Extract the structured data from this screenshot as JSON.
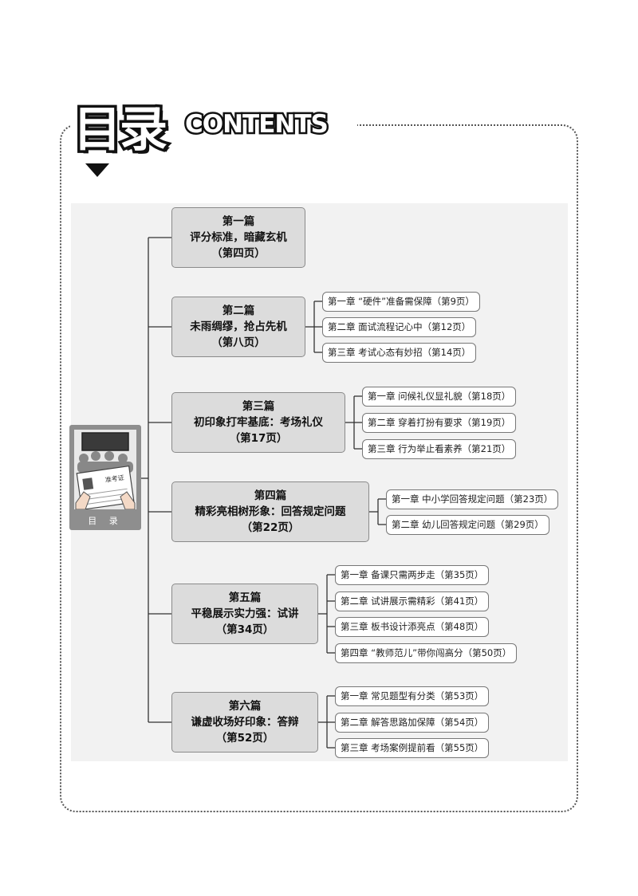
{
  "header": {
    "title_zh": "目录",
    "title_en": "CONTENTS"
  },
  "cover": {
    "label": "目 录",
    "badge_text": "准考证"
  },
  "parts": [
    {
      "label": "第一篇",
      "title": "评分标准，暗藏玄机",
      "page": "（第四页）",
      "chapters": []
    },
    {
      "label": "第二篇",
      "title": "未雨绸缪，抢占先机",
      "page": "（第八页）",
      "chapters": [
        "第一章 “硬件”准备需保障（第9页）",
        "第二章 面试流程记心中（第12页）",
        "第三章 考试心态有妙招（第14页）"
      ]
    },
    {
      "label": "第三篇",
      "title": "初印象打牢基底：考场礼仪",
      "page": "（第17页）",
      "chapters": [
        "第一章 问候礼仪显礼貌（第18页）",
        "第二章 穿着打扮有要求（第19页）",
        "第三章 行为举止看素养（第21页）"
      ]
    },
    {
      "label": "第四篇",
      "title": "精彩亮相树形象：回答规定问题",
      "page": "（第22页）",
      "chapters": [
        "第一章 中小学回答规定问题（第23页）",
        "第二章 幼儿回答规定问题（第29页）"
      ]
    },
    {
      "label": "第五篇",
      "title": "平稳展示实力强：试讲",
      "page": "（第34页）",
      "chapters": [
        "第一章 备课只需两步走（第35页）",
        "第二章 试讲展示需精彩（第41页）",
        "第三章 板书设计添亮点（第48页）",
        "第四章 “教师范儿”带你闯高分（第50页）"
      ]
    },
    {
      "label": "第六篇",
      "title": "谦虚收场好印象：答辩",
      "page": "（第52页）",
      "chapters": [
        "第一章 常见题型有分类（第53页）",
        "第二章 解答思路加保障（第54页）",
        "第三章 考场案例提前看（第55页）"
      ]
    }
  ]
}
